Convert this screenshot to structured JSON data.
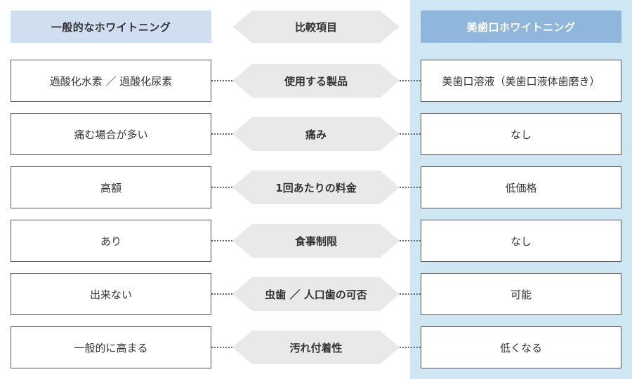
{
  "header": {
    "left": "一般的なホワイトニング",
    "center": "比較項目",
    "right": "美歯口ホワイトニング"
  },
  "rows": [
    {
      "left": "過酸化水素 ／ 過酸化尿素",
      "item": "使用する製品",
      "right": "美歯口溶液（美歯口液体歯磨き）"
    },
    {
      "left": "痛む場合が多い",
      "item": "痛み",
      "right": "なし"
    },
    {
      "left": "高額",
      "item": "1回あたりの料金",
      "right": "低価格"
    },
    {
      "left": "あり",
      "item": "食事制限",
      "right": "なし"
    },
    {
      "left": "出来ない",
      "item": "虫歯 ／ 人口歯の可否",
      "right": "可能"
    },
    {
      "left": "一般的に高まる",
      "item": "汚れ付着性",
      "right": "低くなる"
    }
  ],
  "colors": {
    "left_header_bg": "#cfdff0",
    "right_header_bg": "#8fb7dc",
    "right_column_bg": "#cfe6f3",
    "item_bg": "#e9e9e9"
  }
}
